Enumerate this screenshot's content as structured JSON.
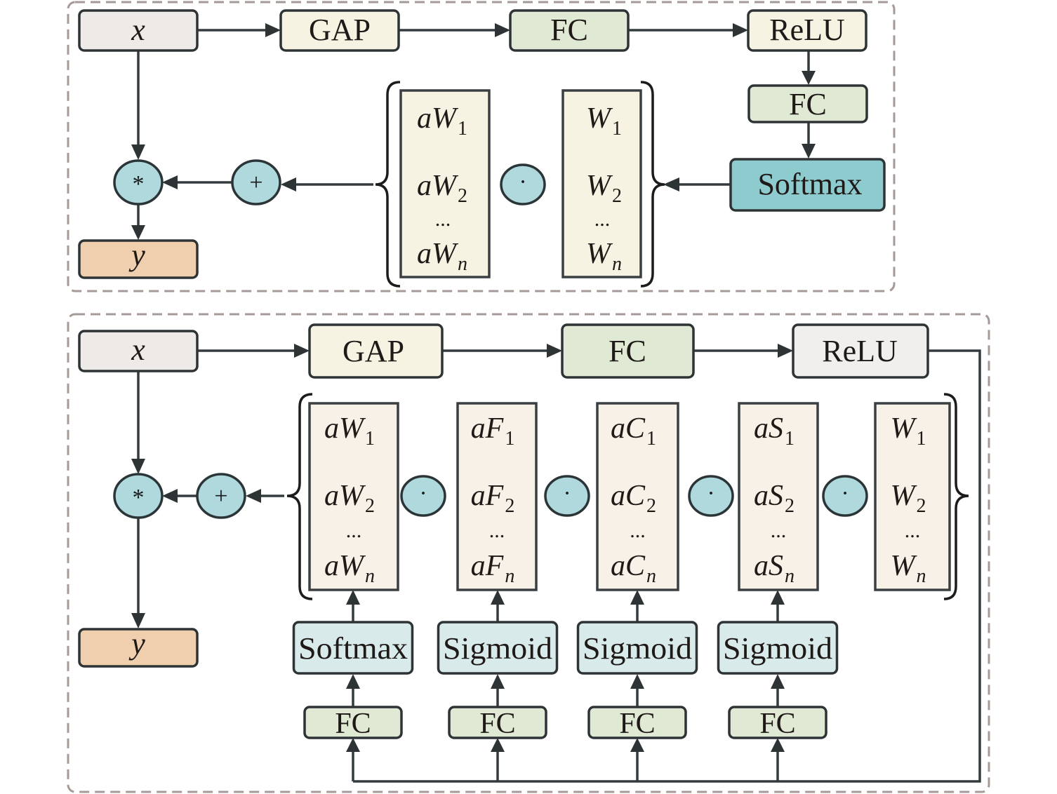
{
  "colors": {
    "input_box": "#edeae7",
    "gap_box": "#f7f3e3",
    "fc_box": "#dfe9d4",
    "relu_top": "#f7f3e3",
    "relu_bottom": "#f0efee",
    "softmax_top": "#8ecbcf",
    "activation_bottom": "#d8eaea",
    "output_box": "#efcfae",
    "vector_fill_top": "#f7f3e3",
    "vector_fill_bottom": "#f8f1e8",
    "operator_fill": "#b0d9de",
    "module_border": "#a59a97"
  },
  "top_module": {
    "input": "x",
    "output": "y",
    "pipeline": [
      "GAP",
      "FC",
      "ReLU",
      "FC",
      "Softmax"
    ],
    "operators": {
      "multiply": "*",
      "add": "+",
      "dot": "·"
    },
    "vectors": [
      {
        "name": "aW",
        "prefix": "a",
        "base": "W",
        "items": [
          {
            "base": "aW",
            "sub": "1"
          },
          {
            "base": "aW",
            "sub": "2"
          },
          {
            "dots": "..."
          },
          {
            "base": "aW",
            "sub": "n"
          }
        ]
      },
      {
        "name": "W",
        "prefix": "",
        "base": "W",
        "items": [
          {
            "base": "W",
            "sub": "1"
          },
          {
            "base": "W",
            "sub": "2"
          },
          {
            "dots": "..."
          },
          {
            "base": "W",
            "sub": "n"
          }
        ]
      }
    ]
  },
  "bottom_module": {
    "input": "x",
    "output": "y",
    "pipeline": [
      "GAP",
      "FC",
      "ReLU"
    ],
    "operators": {
      "multiply": "*",
      "add": "+",
      "dot": "·"
    },
    "branches": [
      {
        "fc": "FC",
        "activation": "Softmax",
        "vector_base": "aW"
      },
      {
        "fc": "FC",
        "activation": "Sigmoid",
        "vector_base": "aF"
      },
      {
        "fc": "FC",
        "activation": "Sigmoid",
        "vector_base": "aC"
      },
      {
        "fc": "FC",
        "activation": "Sigmoid",
        "vector_base": "aS"
      }
    ],
    "vectors": [
      {
        "base": "aW",
        "subs": [
          "1",
          "2",
          "n"
        ],
        "dots": "..."
      },
      {
        "base": "aF",
        "subs": [
          "1",
          "2",
          "n"
        ],
        "dots": "..."
      },
      {
        "base": "aC",
        "subs": [
          "1",
          "2",
          "n"
        ],
        "dots": "..."
      },
      {
        "base": "aS",
        "subs": [
          "1",
          "2",
          "n"
        ],
        "dots": "..."
      },
      {
        "base": "W",
        "subs": [
          "1",
          "2",
          "n"
        ],
        "dots": "..."
      }
    ]
  }
}
